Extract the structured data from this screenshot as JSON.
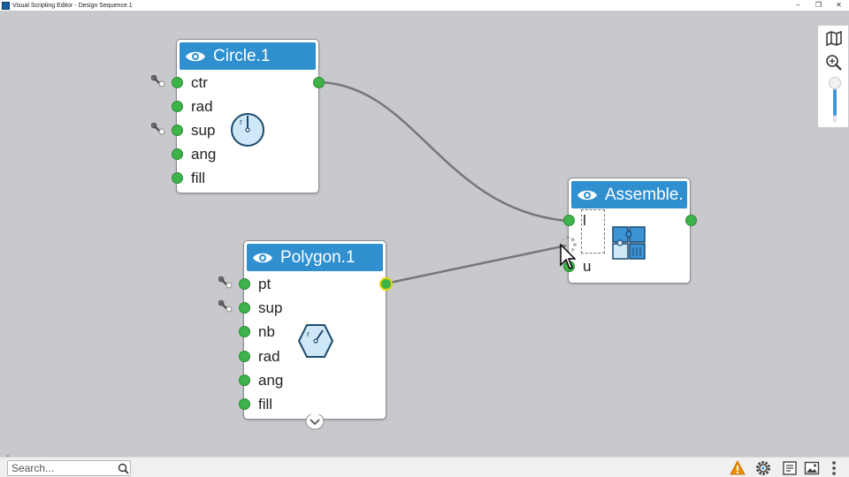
{
  "window": {
    "title": "Visual Scripting Editor - Design Sequence.1",
    "minimize": "–",
    "restore": "❐",
    "close": "✕"
  },
  "nodes": {
    "circle": {
      "name": "Circle.1",
      "ports": [
        "ctr",
        "rad",
        "sup",
        "ang",
        "fill"
      ]
    },
    "polygon": {
      "name": "Polygon.1",
      "ports": [
        "pt",
        "sup",
        "nb",
        "rad",
        "ang",
        "fill"
      ]
    },
    "assemble": {
      "name": "Assemble.",
      "ports": [
        "l",
        "u"
      ]
    }
  },
  "search": {
    "placeholder": "Search..."
  },
  "icons": {
    "visibility": "eye-icon",
    "wrench": "wrench-icon",
    "map": "map-icon",
    "zoom": "zoom-icon",
    "warning": "warning-icon",
    "settings": "gear-icon",
    "notes": "notes-icon",
    "image": "image-icon",
    "more": "more-icon"
  },
  "colors": {
    "header": "#2f8fcf",
    "port": "#3db34a",
    "link": "#777777",
    "canvas": "#c8c9cc",
    "selected_port_ring": "#e8d400"
  }
}
